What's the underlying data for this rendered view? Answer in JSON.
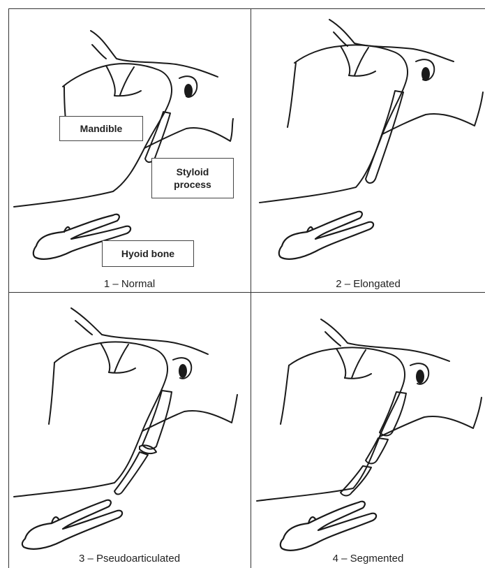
{
  "panels": [
    {
      "caption": "1 – Normal"
    },
    {
      "caption": "2 – Elongated"
    },
    {
      "caption": "3 – Pseudoarticulated"
    },
    {
      "caption": "4 – Segmented"
    }
  ],
  "labels": {
    "mandible": "Mandible",
    "styloid": "Styloid process",
    "hyoid": "Hyoid bone"
  },
  "colors": {
    "line": "#1a1a1a",
    "border": "#333333"
  }
}
